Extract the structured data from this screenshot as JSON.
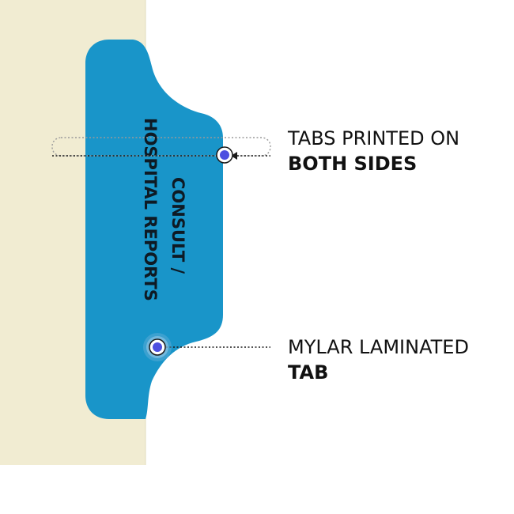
{
  "tab": {
    "line1": "CONSULT /",
    "line2": "HOSPITAL REPORTS"
  },
  "callouts": [
    {
      "light": "TABS PRINTED ON",
      "bold": "BOTH SIDES"
    },
    {
      "light": "MYLAR LAMINATED",
      "bold": "TAB"
    }
  ],
  "colors": {
    "folder": "#f1ecd2",
    "tab": "#1995c9",
    "marker": "#4d4fe0"
  }
}
